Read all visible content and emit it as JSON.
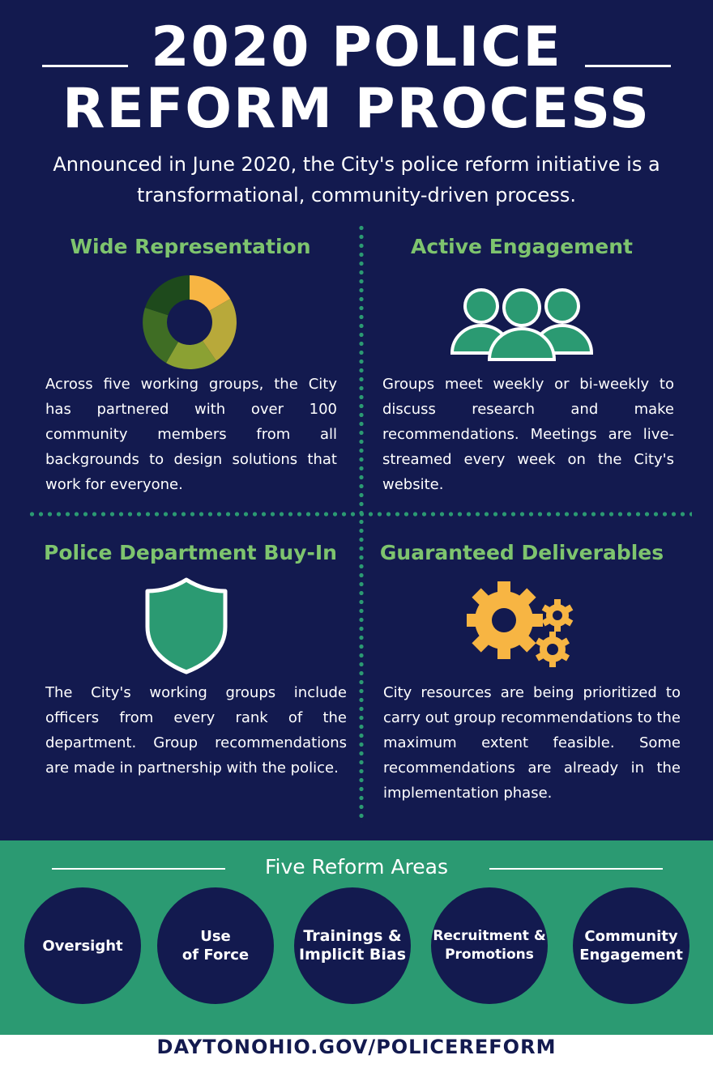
{
  "title": {
    "line1": "2020 POLICE",
    "line2": "REFORM PROCESS"
  },
  "intro": "Announced in June 2020, the City's police reform initiative is a transformational, community-driven process.",
  "sections": [
    {
      "heading": "Wide Representation",
      "icon": "donut-chart-icon",
      "text": "Across five working groups, the City has partnered with over 100 community members from all backgrounds to design solutions that work for everyone."
    },
    {
      "heading": "Active Engagement",
      "icon": "people-group-icon",
      "text": "Groups meet weekly or bi-weekly to discuss research and make recommendations. Meetings are live-streamed every week on the City's website."
    },
    {
      "heading": "Police Department Buy-In",
      "icon": "shield-icon",
      "text": "The City's working groups include officers from every rank of the department. Group recommendations are made in partnership with the police."
    },
    {
      "heading": "Guaranteed Deliverables",
      "icon": "gears-icon",
      "text": "City resources are being prioritized to carry out group recommendations to the maximum extent feasible. Some recommendations are already in the implementation phase."
    }
  ],
  "reform_areas": {
    "title": "Five Reform Areas",
    "items": [
      "Oversight",
      "Use\nof Force",
      "Trainings &\nImplicit Bias",
      "Recruitment &\nPromotions",
      "Community\nEngagement"
    ]
  },
  "footer_url": "DAYTONOHIO.GOV/POLICEREFORM",
  "colors": {
    "navy": "#131a4f",
    "green": "#2b9a72",
    "heading_green": "#7ec46e",
    "gold": "#f7b543"
  }
}
